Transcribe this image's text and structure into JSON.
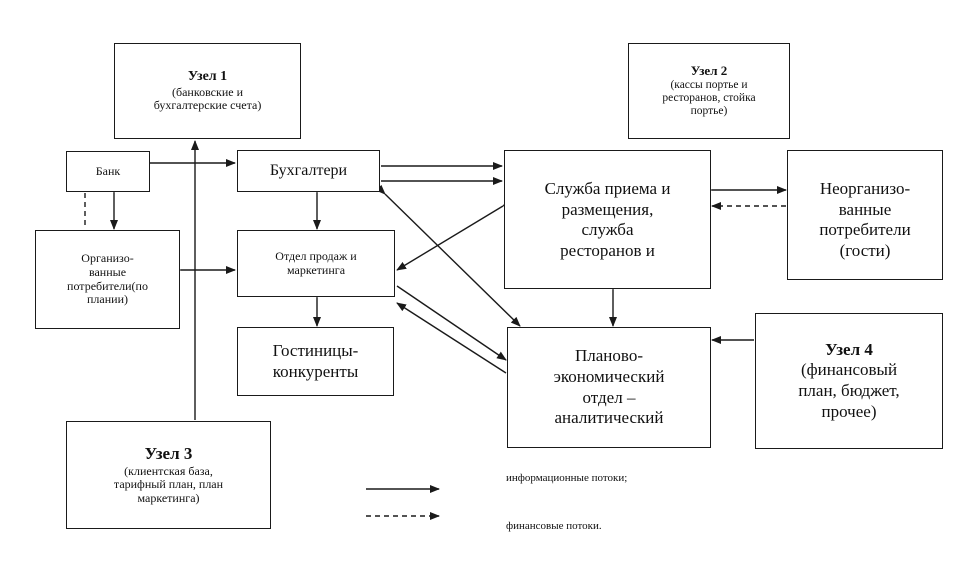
{
  "nodes": {
    "uzel1": {
      "title": "Узел 1",
      "lines": [
        "(банковские и",
        "бухгалтерские счета)"
      ]
    },
    "uzel2": {
      "title": "Узел 2",
      "lines": [
        "(кассы портье и",
        "ресторанов, стойка",
        "портье)"
      ]
    },
    "bank": {
      "text": "Банк"
    },
    "buh": {
      "text": "Бухгалтери"
    },
    "org": {
      "lines": [
        "Организо-",
        "ванные",
        "потребители(по",
        "плании)"
      ]
    },
    "sales": {
      "lines": [
        "Отдел продаж и",
        "маркетинга"
      ]
    },
    "hotels": {
      "lines": [
        "Гостиницы-",
        "конкуренты"
      ]
    },
    "priem": {
      "lines": [
        "Служба приема и",
        "размещения,",
        "служба",
        "ресторанов и"
      ]
    },
    "neorg": {
      "lines": [
        "Неорганизо-",
        "ванные",
        "потребители",
        "(гости)"
      ]
    },
    "uzel4": {
      "title": "Узел 4",
      "lines": [
        "(финансовый",
        "план, бюджет,",
        "прочее)"
      ]
    },
    "plan": {
      "lines": [
        "Планово-",
        "экономический",
        "отдел –",
        "аналитический"
      ]
    },
    "uzel3": {
      "title": "Узел 3",
      "lines": [
        "(клиентская база,",
        "тарифный план, план",
        "маркетинга)"
      ]
    }
  },
  "legend": {
    "info": "информационные потоки;",
    "finance": "финансовые потоки."
  },
  "colors": {
    "line": "#1a1a1a",
    "text": "#111111"
  }
}
